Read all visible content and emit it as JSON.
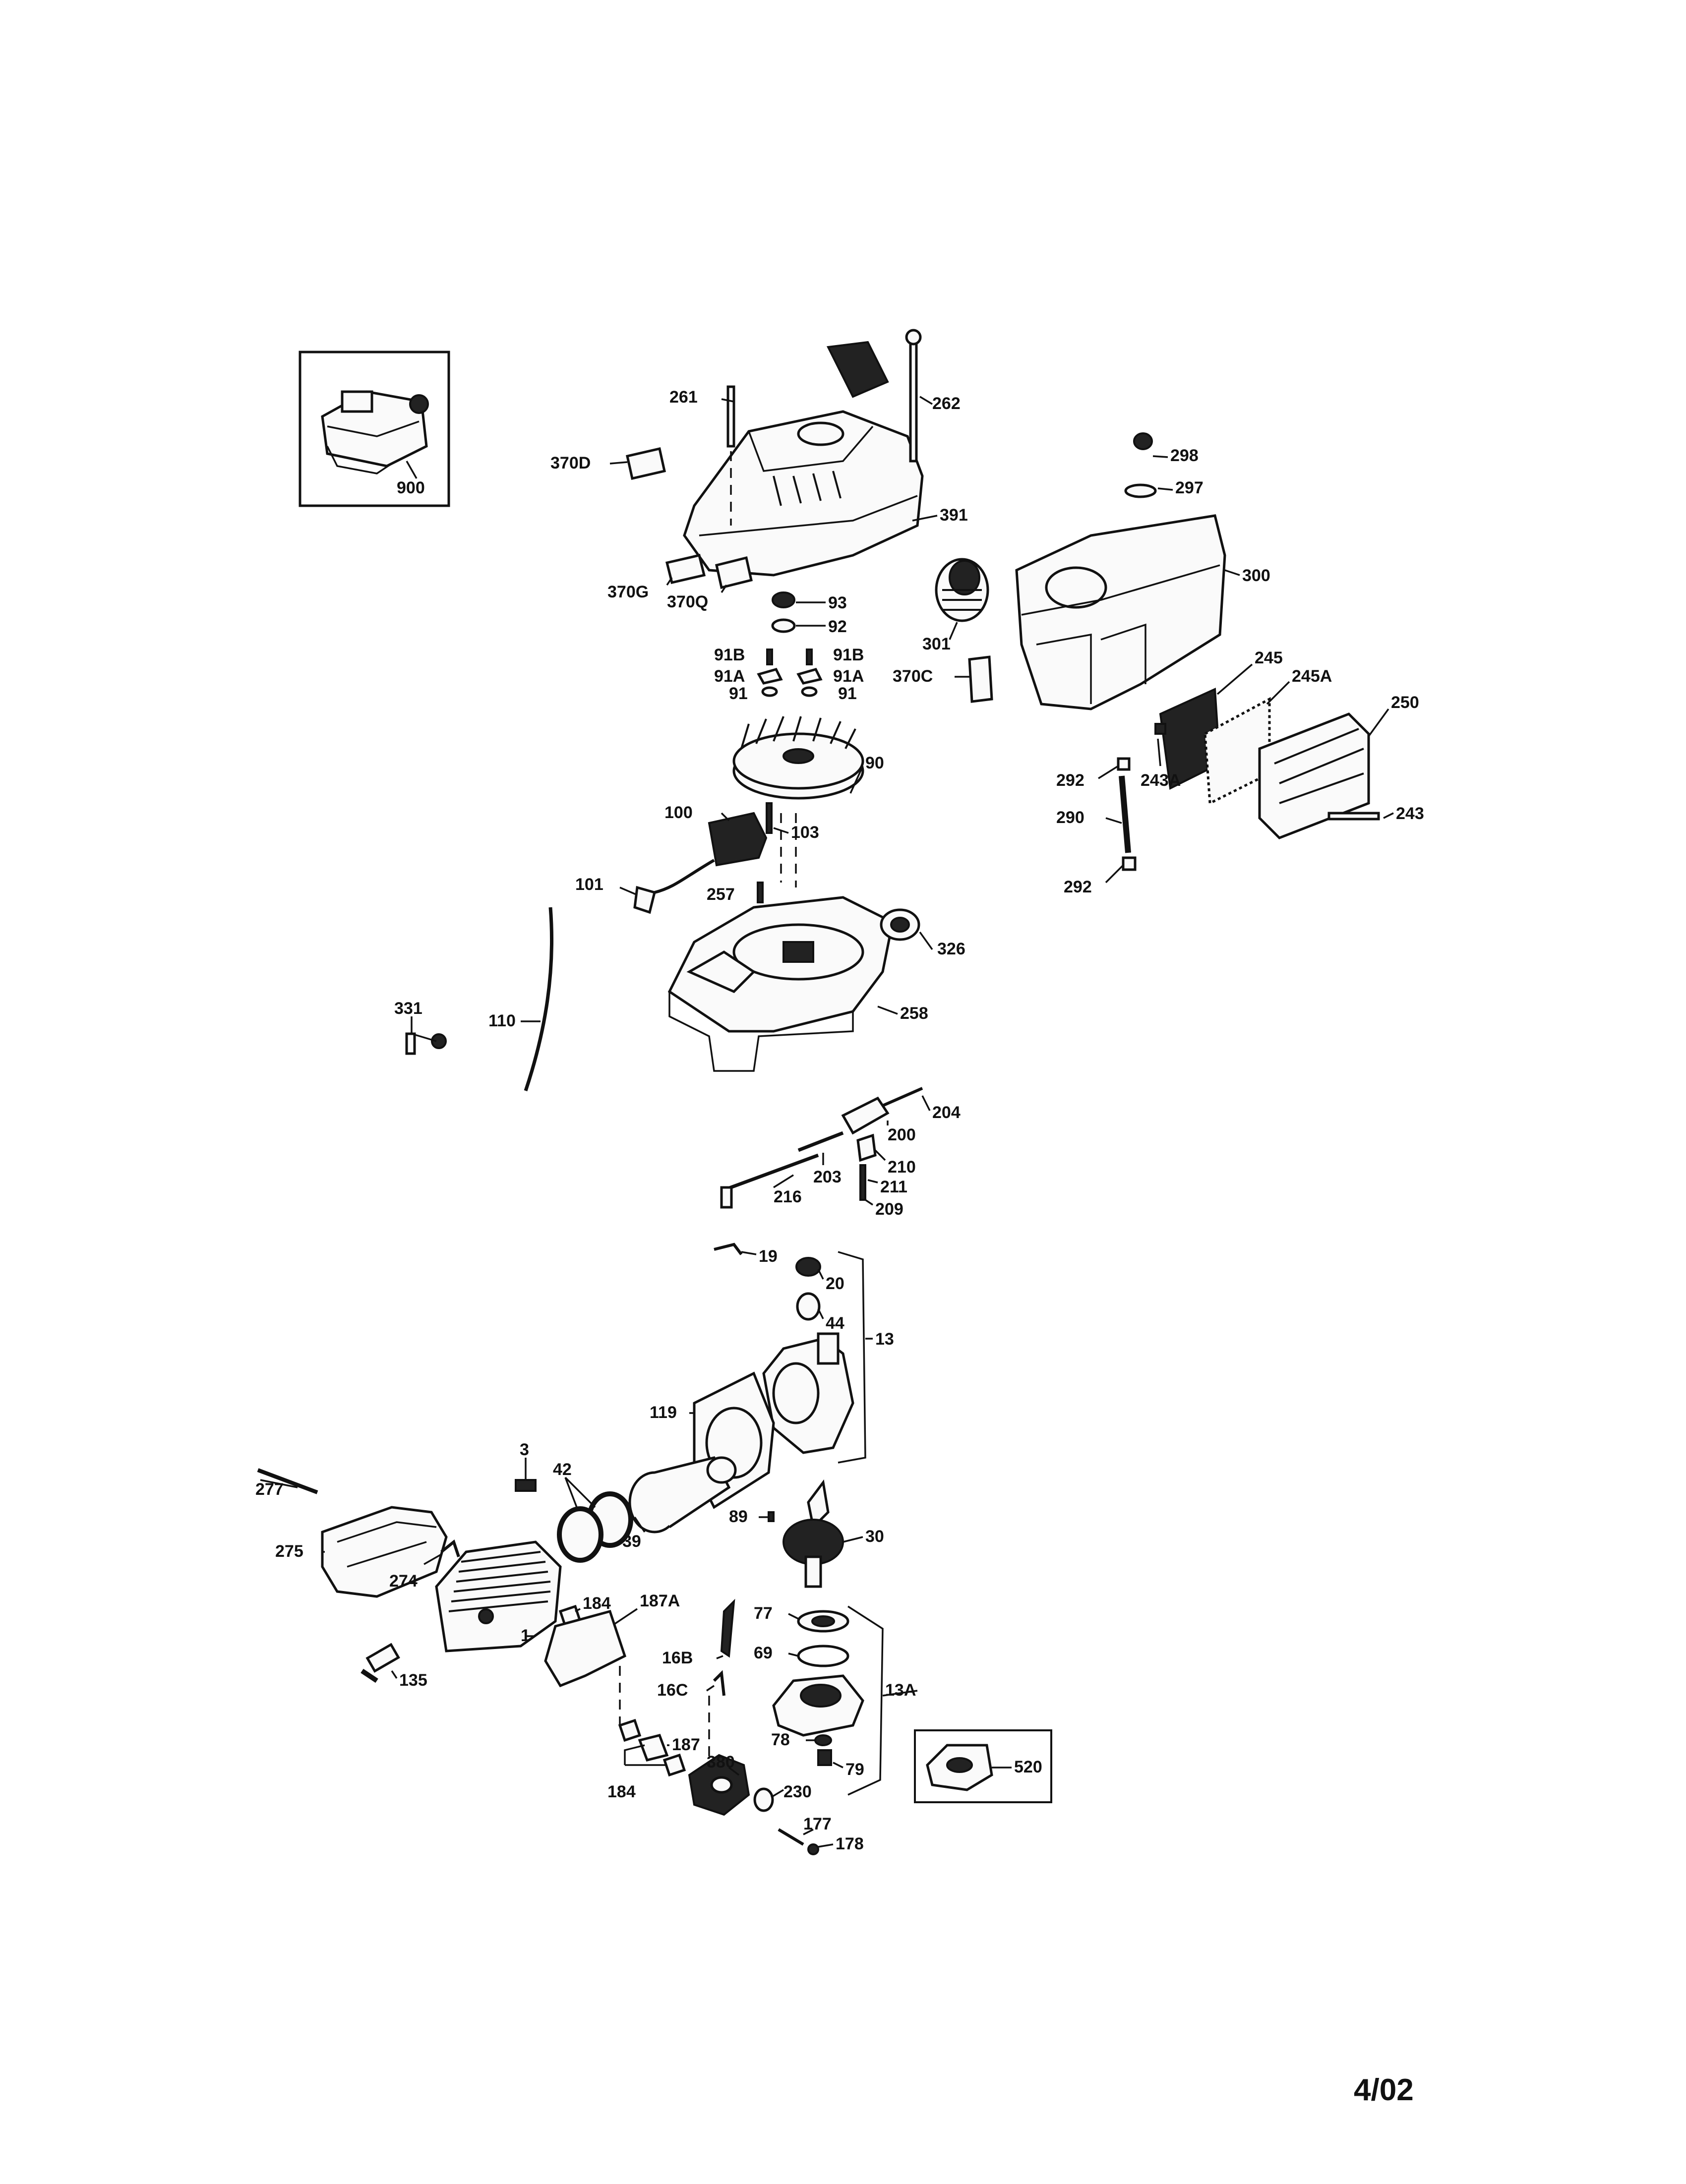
{
  "diagram": {
    "date": "4/02",
    "labels": {
      "p900": "900",
      "p261": "261",
      "p262": "262",
      "p370D": "370D",
      "p391": "391",
      "p370G": "370G",
      "p370Q": "370Q",
      "p93": "93",
      "p92": "92",
      "p91B_l": "91B",
      "p91B_r": "91B",
      "p91A_l": "91A",
      "p91A_r": "91A",
      "p91_l": "91",
      "p91_r": "91",
      "p90": "90",
      "p100": "100",
      "p103": "103",
      "p101": "101",
      "p257": "257",
      "p326": "326",
      "p258": "258",
      "p110": "110",
      "p331": "331",
      "p298": "298",
      "p297": "297",
      "p300": "300",
      "p301": "301",
      "p370C": "370C",
      "p245": "245",
      "p245A": "245A",
      "p250": "250",
      "p292_a": "292",
      "p243A": "243A",
      "p290": "290",
      "p243": "243",
      "p292_b": "292",
      "p204": "204",
      "p200": "200",
      "p210": "210",
      "p203": "203",
      "p211": "211",
      "p216": "216",
      "p209": "209",
      "p19": "19",
      "p20": "20",
      "p44": "44",
      "p13": "13",
      "p119": "119",
      "p3": "3",
      "p42": "42",
      "p277": "277",
      "p89": "89",
      "p30": "30",
      "p39": "39",
      "p275": "275",
      "p274": "274",
      "p184_a": "184",
      "p187A": "187A",
      "p1": "1",
      "p77": "77",
      "p69": "69",
      "p16B": "16B",
      "p13A": "13A",
      "p135": "135",
      "p16C": "16C",
      "p78": "78",
      "p79": "79",
      "p520": "520",
      "p187": "187",
      "p380": "380",
      "p230": "230",
      "p184_b": "184",
      "p177": "177",
      "p178": "178"
    }
  }
}
